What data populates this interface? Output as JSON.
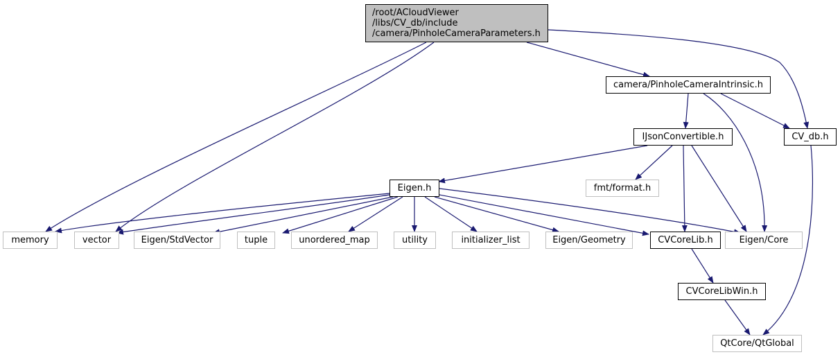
{
  "colors": {
    "edge": "#191970",
    "root_fill": "#bfbfbf",
    "local_border": "#000000",
    "system_border": "#bfbfbf"
  },
  "nodes": {
    "root": {
      "lines": [
        "/root/ACloudViewer",
        "/libs/CV_db/include",
        "/camera/PinholeCameraParameters.h"
      ]
    },
    "pinhole_intrinsic": {
      "label": "camera/PinholeCameraIntrinsic.h"
    },
    "cv_db": {
      "label": "CV_db.h"
    },
    "ijson": {
      "label": "IJsonConvertible.h"
    },
    "eigen": {
      "label": "Eigen.h"
    },
    "fmt_format": {
      "label": "fmt/format.h"
    },
    "memory": {
      "label": "memory"
    },
    "vector": {
      "label": "vector"
    },
    "eigen_stdvector": {
      "label": "Eigen/StdVector"
    },
    "tuple": {
      "label": "tuple"
    },
    "unordered_map": {
      "label": "unordered_map"
    },
    "utility": {
      "label": "utility"
    },
    "initializer_list": {
      "label": "initializer_list"
    },
    "eigen_geometry": {
      "label": "Eigen/Geometry"
    },
    "cvcorelib": {
      "label": "CVCoreLib.h"
    },
    "eigen_core": {
      "label": "Eigen/Core"
    },
    "cvcorelibwin": {
      "label": "CVCoreLibWin.h"
    },
    "qtglobal": {
      "label": "QtCore/QtGlobal"
    }
  }
}
